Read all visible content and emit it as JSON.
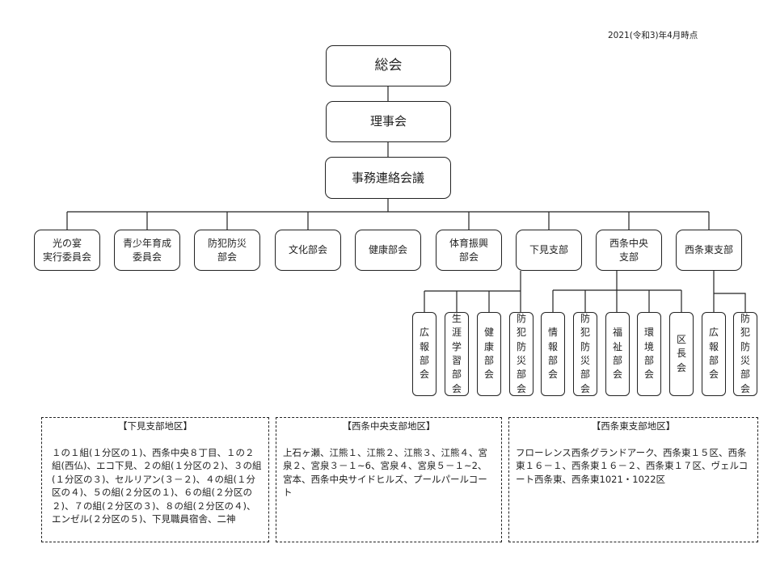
{
  "date": "2021(令和3)年4月時点",
  "top": [
    "総会",
    "理事会",
    "事務連絡会議"
  ],
  "committees": [
    "光の宴\n実行委員会",
    "青少年育成\n委員会",
    "防犯防災\n部会",
    "文化部会",
    "健康部会",
    "体育振興\n部会",
    "下見支部",
    "西条中央\n支部",
    "西条東支部"
  ],
  "subs": [
    "広報部会",
    "生涯学習部会",
    "健康部会",
    "防犯防災部会",
    "情報部会",
    "防犯防災部会",
    "福祉部会",
    "環境部会",
    "区長会",
    "広報部会",
    "防犯防災部会"
  ],
  "areas": [
    {
      "title": "【下見支部地区】",
      "text": "１の１組(１分区の１)、西条中央８丁目、１の２組(西仏)、エコ下見、２の組(１分区の２)、３の組(１分区の３)、セルリアン(３－２)、４の組(１分区の４)、５の組(２分区の１)、６の組(２分区の２)、７の組(２分区の３)、８の組(２分区の４)、エンゼル(２分区の５)、下見職員宿舎、二神"
    },
    {
      "title": "【西条中央支部地区】",
      "text": "上石ヶ瀬、江熊１、江熊２、江熊３、江熊４、宮泉２、宮泉３－１~6、宮泉４、宮泉５－１~2、宮本、西条中央サイドヒルズ、プールパールコート"
    },
    {
      "title": "【西条東支部地区】",
      "text": "フローレンス西条グランドアーク、西条東１５区、西条東１６－１、西条東１６－２、西条東１７区、ヴェルコート西条東、西条東1021・1022区"
    }
  ]
}
